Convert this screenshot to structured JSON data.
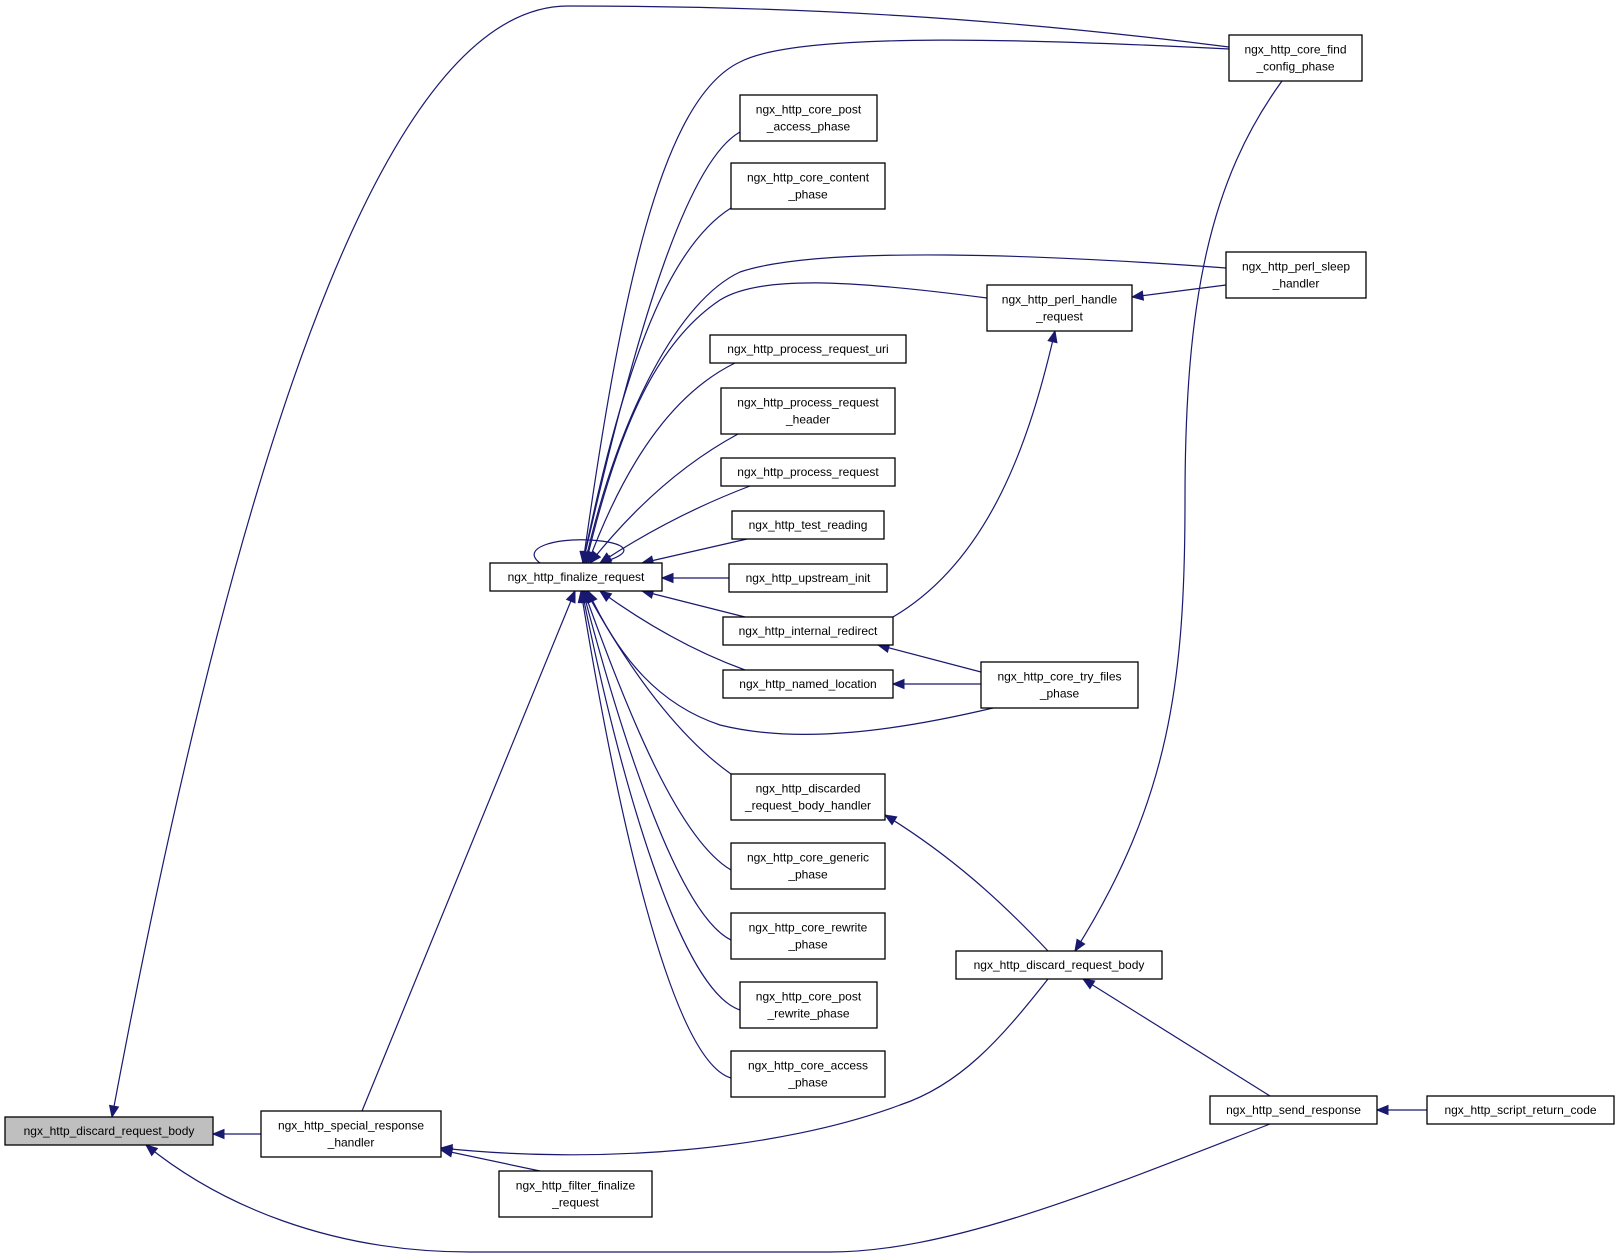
{
  "diagram": {
    "focus_node": "n_discard",
    "nodes": [
      {
        "id": "n_discard",
        "lines": [
          "ngx_http_discard_request_body"
        ],
        "focus": true
      },
      {
        "id": "n_special",
        "lines": [
          "ngx_http_special_response",
          "_handler"
        ]
      },
      {
        "id": "n_filter_fin",
        "lines": [
          "ngx_http_filter_finalize",
          "_request"
        ]
      },
      {
        "id": "n_finalize",
        "lines": [
          "ngx_http_finalize_request"
        ]
      },
      {
        "id": "n_post_access",
        "lines": [
          "ngx_http_core_post",
          "_access_phase"
        ]
      },
      {
        "id": "n_content",
        "lines": [
          "ngx_http_core_content",
          "_phase"
        ]
      },
      {
        "id": "n_proc_uri",
        "lines": [
          "ngx_http_process_request_uri"
        ]
      },
      {
        "id": "n_proc_header",
        "lines": [
          "ngx_http_process_request",
          "_header"
        ]
      },
      {
        "id": "n_proc_req",
        "lines": [
          "ngx_http_process_request"
        ]
      },
      {
        "id": "n_test_read",
        "lines": [
          "ngx_http_test_reading"
        ]
      },
      {
        "id": "n_upstream",
        "lines": [
          "ngx_http_upstream_init"
        ]
      },
      {
        "id": "n_internal",
        "lines": [
          "ngx_http_internal_redirect"
        ]
      },
      {
        "id": "n_named",
        "lines": [
          "ngx_http_named_location"
        ]
      },
      {
        "id": "n_discarded",
        "lines": [
          "ngx_http_discarded",
          "_request_body_handler"
        ]
      },
      {
        "id": "n_generic",
        "lines": [
          "ngx_http_core_generic",
          "_phase"
        ]
      },
      {
        "id": "n_rewrite",
        "lines": [
          "ngx_http_core_rewrite",
          "_phase"
        ]
      },
      {
        "id": "n_post_rewrite",
        "lines": [
          "ngx_http_core_post",
          "_rewrite_phase"
        ]
      },
      {
        "id": "n_access",
        "lines": [
          "ngx_http_core_access",
          "_phase"
        ]
      },
      {
        "id": "n_perl_handle",
        "lines": [
          "ngx_http_perl_handle",
          "_request"
        ]
      },
      {
        "id": "n_try_files",
        "lines": [
          "ngx_http_core_try_files",
          "_phase"
        ]
      },
      {
        "id": "n_discard2",
        "lines": [
          "ngx_http_discard_request_body"
        ]
      },
      {
        "id": "n_find_config",
        "lines": [
          "ngx_http_core_find",
          "_config_phase"
        ]
      },
      {
        "id": "n_perl_sleep",
        "lines": [
          "ngx_http_perl_sleep",
          "_handler"
        ]
      },
      {
        "id": "n_send_resp",
        "lines": [
          "ngx_http_send_response"
        ]
      },
      {
        "id": "n_script_ret",
        "lines": [
          "ngx_http_script_return_code"
        ]
      }
    ],
    "edges": [
      {
        "from": "n_special",
        "to": "n_discard"
      },
      {
        "from": "n_find_config",
        "to": "n_discard"
      },
      {
        "from": "n_send_resp",
        "to": "n_discard"
      },
      {
        "from": "n_filter_fin",
        "to": "n_special"
      },
      {
        "from": "n_discard2",
        "to": "n_special"
      },
      {
        "from": "n_finalize",
        "to": "n_finalize"
      },
      {
        "from": "n_special",
        "to": "n_finalize"
      },
      {
        "from": "n_find_config",
        "to": "n_finalize"
      },
      {
        "from": "n_post_access",
        "to": "n_finalize"
      },
      {
        "from": "n_content",
        "to": "n_finalize"
      },
      {
        "from": "n_perl_sleep",
        "to": "n_finalize"
      },
      {
        "from": "n_perl_handle",
        "to": "n_finalize"
      },
      {
        "from": "n_proc_uri",
        "to": "n_finalize"
      },
      {
        "from": "n_proc_header",
        "to": "n_finalize"
      },
      {
        "from": "n_proc_req",
        "to": "n_finalize"
      },
      {
        "from": "n_test_read",
        "to": "n_finalize"
      },
      {
        "from": "n_upstream",
        "to": "n_finalize"
      },
      {
        "from": "n_internal",
        "to": "n_finalize"
      },
      {
        "from": "n_named",
        "to": "n_finalize"
      },
      {
        "from": "n_try_files",
        "to": "n_finalize"
      },
      {
        "from": "n_discarded",
        "to": "n_finalize"
      },
      {
        "from": "n_generic",
        "to": "n_finalize"
      },
      {
        "from": "n_rewrite",
        "to": "n_finalize"
      },
      {
        "from": "n_post_rewrite",
        "to": "n_finalize"
      },
      {
        "from": "n_access",
        "to": "n_finalize"
      },
      {
        "from": "n_perl_sleep",
        "to": "n_perl_handle"
      },
      {
        "from": "n_internal",
        "to": "n_perl_handle"
      },
      {
        "from": "n_try_files",
        "to": "n_internal"
      },
      {
        "from": "n_try_files",
        "to": "n_named"
      },
      {
        "from": "n_discard2",
        "to": "n_discarded"
      },
      {
        "from": "n_find_config",
        "to": "n_discard2"
      },
      {
        "from": "n_send_resp",
        "to": "n_discard2"
      },
      {
        "from": "n_script_ret",
        "to": "n_send_resp"
      }
    ],
    "colors": {
      "edge": "#191970",
      "node_border": "#000000",
      "node_fill": "#ffffff",
      "focus_fill": "#bfbfbf"
    }
  }
}
